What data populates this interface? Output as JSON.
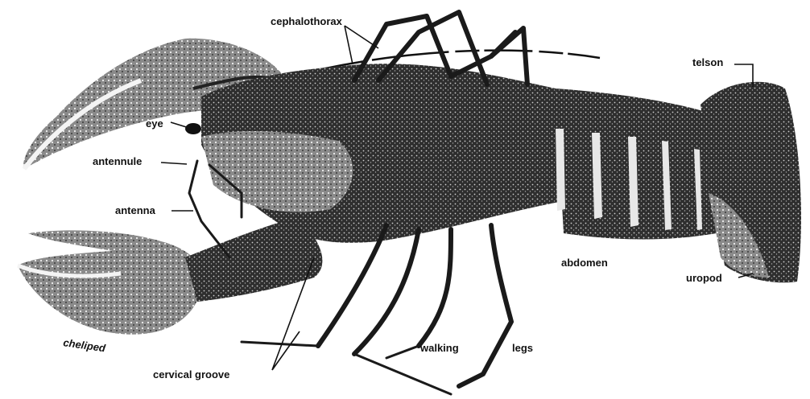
{
  "labels": {
    "cephalothorax": "cephalothorax",
    "telson": "telson",
    "eye": "eye",
    "antennule": "antennule",
    "antenna": "antenna",
    "abdomen": "abdomen",
    "uropod": "uropod",
    "cheliped": "cheliped",
    "walking": "walking",
    "legs": "legs",
    "cervical_groove": "cervical groove"
  }
}
